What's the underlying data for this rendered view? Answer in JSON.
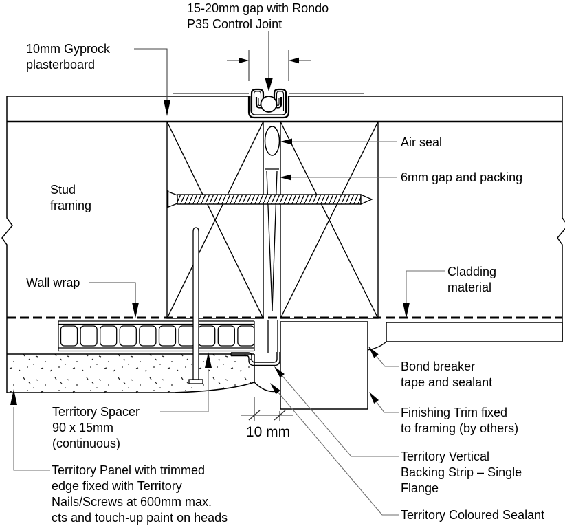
{
  "drawing": {
    "title": "15-20mm gap with Rondo\nP35 Control Joint",
    "labels": {
      "gyprock": "10mm Gyprock\nplasterboard",
      "stud_framing": "Stud\nframing",
      "air_seal": "Air seal",
      "gap_packing": "6mm gap and packing",
      "wall_wrap": "Wall wrap",
      "cladding": "Cladding\nmaterial",
      "bond_breaker": "Bond breaker\ntape and sealant",
      "finishing_trim": "Finishing Trim fixed\nto framing (by others)",
      "backing_strip": "Territory Vertical\nBacking Strip – Single\nFlange",
      "coloured_sealant": "Territory Coloured Sealant",
      "spacer": "Territory Spacer\n90 x 15mm\n(continuous)",
      "panel": "Territory Panel with trimmed\nedge fixed with Territory\nNails/Screws at 600mm max.\ncts and touch-up paint on heads"
    },
    "dimensions": {
      "panel_gap": "10 mm"
    },
    "colors": {
      "line": "#000000",
      "leader": "#6e6e6e",
      "background": "#ffffff"
    }
  }
}
